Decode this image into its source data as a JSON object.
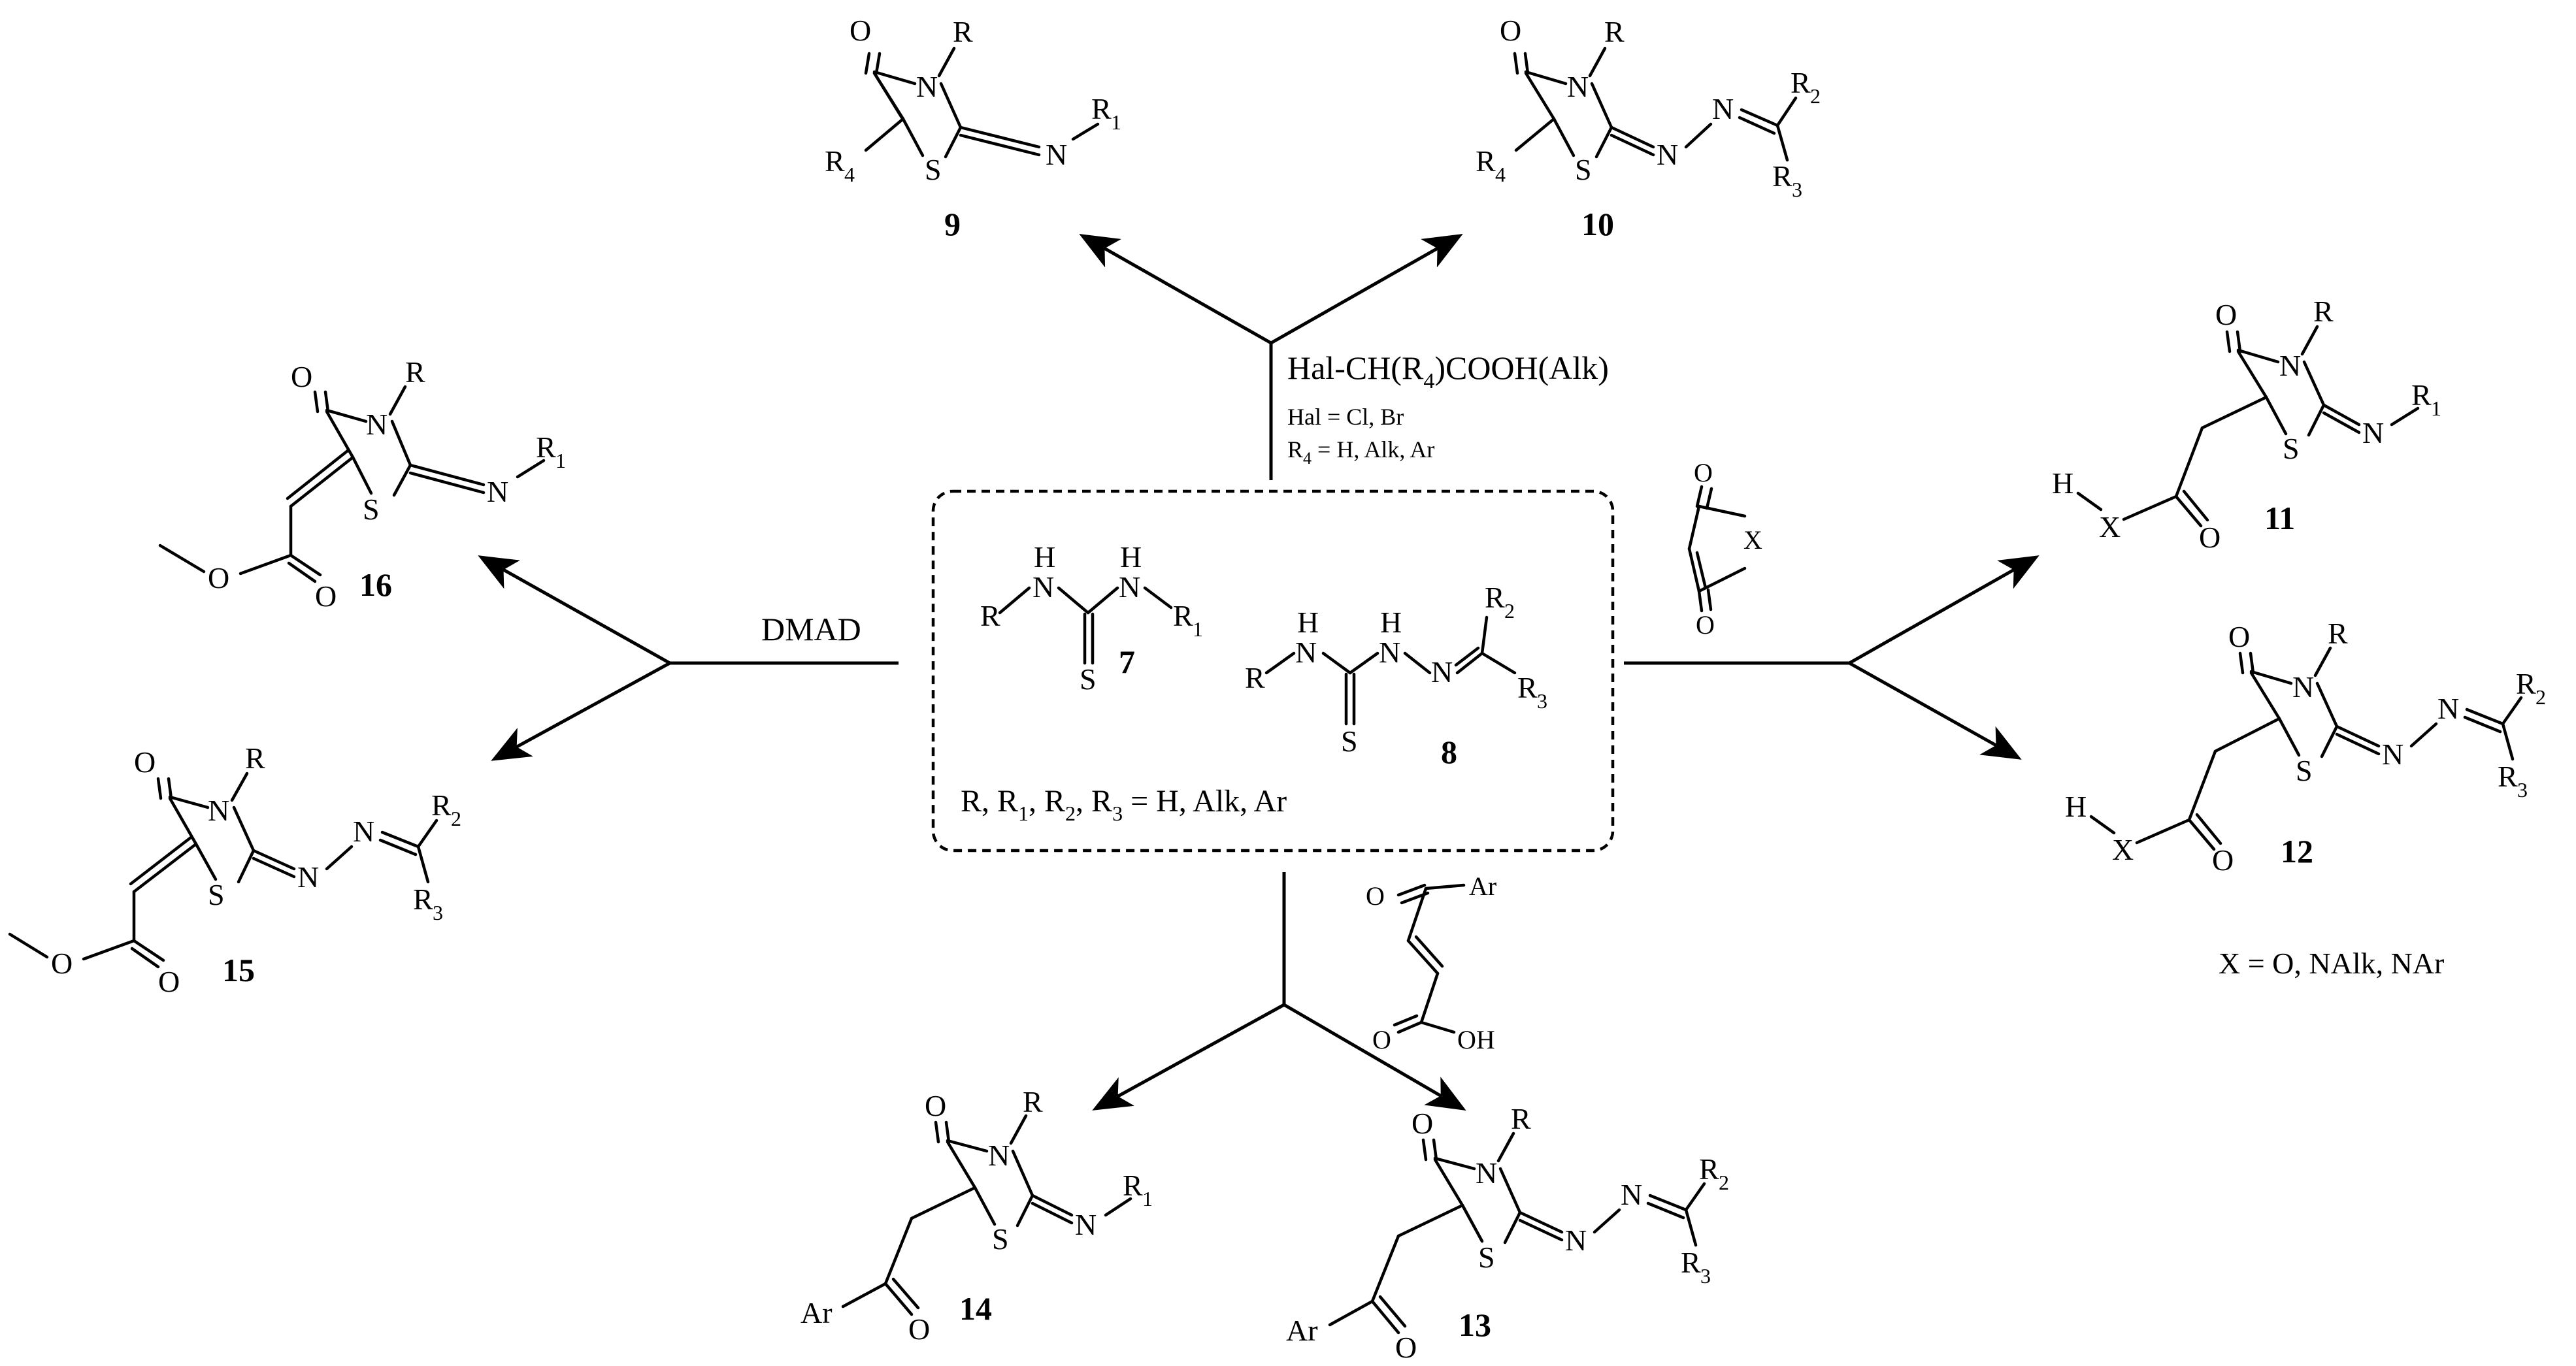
{
  "reagents": {
    "hal_reagent_main": "Hal-CH(R",
    "hal_reagent_sub": "4",
    "hal_reagent_tail": ")COOH(Alk)",
    "hal_def": "Hal = Cl, Br",
    "r4_def_main": "R",
    "r4_def_sub": "4",
    "r4_def_tail": " = H, Alk, Ar",
    "dmad": "DMAD",
    "x_def": "X = O, NAlk, NAr",
    "r_def_1": "R, R",
    "r_def_2": ", R",
    "r_def_3": ", R",
    "r_def_4": " = H, Alk, Ar",
    "sub1": "1",
    "sub2": "2",
    "sub3": "3"
  },
  "compounds": {
    "c7": "7",
    "c8": "8",
    "c9": "9",
    "c10": "10",
    "c11": "11",
    "c12": "12",
    "c13": "13",
    "c14": "14",
    "c15": "15",
    "c16": "16"
  },
  "atoms": {
    "O": "O",
    "N": "N",
    "S": "S",
    "H": "H",
    "X": "X",
    "R": "R",
    "R1": "1",
    "R2": "2",
    "R3": "3",
    "R4": "4",
    "Ar": "Ar",
    "OH": "OH"
  }
}
